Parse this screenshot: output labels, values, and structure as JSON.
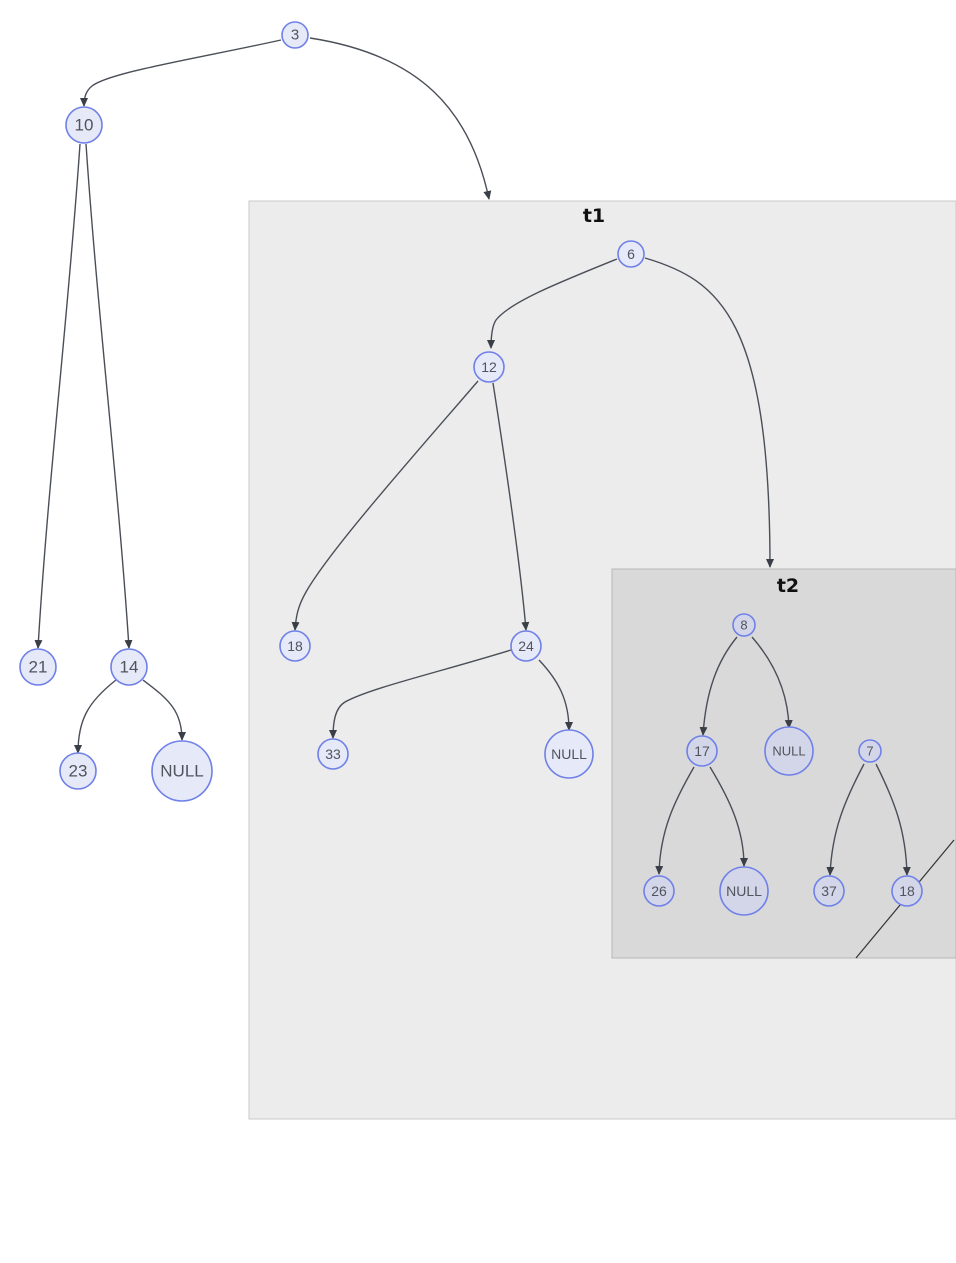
{
  "diagram": {
    "clusters": [
      {
        "id": "t1",
        "label": "t1"
      },
      {
        "id": "t2",
        "label": "t2"
      }
    ],
    "nodes": [
      {
        "id": "n3",
        "label": "3"
      },
      {
        "id": "n10",
        "label": "10"
      },
      {
        "id": "n21",
        "label": "21"
      },
      {
        "id": "n14",
        "label": "14"
      },
      {
        "id": "n23",
        "label": "23"
      },
      {
        "id": "nnull1",
        "label": "NULL"
      },
      {
        "id": "n6",
        "label": "6"
      },
      {
        "id": "n12",
        "label": "12"
      },
      {
        "id": "n18a",
        "label": "18"
      },
      {
        "id": "n24",
        "label": "24"
      },
      {
        "id": "n33",
        "label": "33"
      },
      {
        "id": "nnull2",
        "label": "NULL"
      },
      {
        "id": "n8",
        "label": "8"
      },
      {
        "id": "n17",
        "label": "17"
      },
      {
        "id": "nnull3",
        "label": "NULL"
      },
      {
        "id": "n26",
        "label": "26"
      },
      {
        "id": "nnull4",
        "label": "NULL"
      },
      {
        "id": "n7",
        "label": "7"
      },
      {
        "id": "n37",
        "label": "37"
      },
      {
        "id": "n18b",
        "label": "18"
      }
    ],
    "edges": [
      [
        "n3",
        "n10"
      ],
      [
        "n3",
        "t1"
      ],
      [
        "n10",
        "n21"
      ],
      [
        "n10",
        "n14"
      ],
      [
        "n14",
        "n23"
      ],
      [
        "n14",
        "nnull1"
      ],
      [
        "n6",
        "n12"
      ],
      [
        "n6",
        "t2"
      ],
      [
        "n12",
        "n18a"
      ],
      [
        "n12",
        "n24"
      ],
      [
        "n24",
        "n33"
      ],
      [
        "n24",
        "nnull2"
      ],
      [
        "n8",
        "n17"
      ],
      [
        "n8",
        "nnull3"
      ],
      [
        "n17",
        "n26"
      ],
      [
        "n17",
        "nnull4"
      ],
      [
        "n7",
        "n37"
      ],
      [
        "n7",
        "n18b"
      ]
    ]
  }
}
